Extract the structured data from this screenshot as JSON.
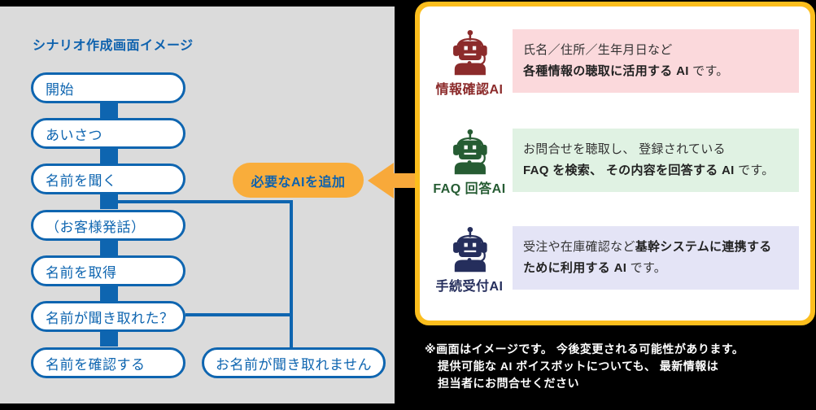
{
  "left_panel": {
    "title": "シナリオ作成画面イメージ",
    "nodes": [
      "開始",
      "あいさつ",
      "名前を聞く",
      "（お客様発話）",
      "名前を取得",
      "名前が聞き取れた？",
      "名前を確認する"
    ],
    "branch_node": "お名前が聞き取れません",
    "callout_label": "必要なAIを追加",
    "colors": {
      "panel_bg": "#DBDBDB",
      "flow_blue": "#0E65B0",
      "callout_bg": "#F9AD3B"
    }
  },
  "right_panel": {
    "border_color": "#FCBE1D",
    "arrow_color": "#F8A93A",
    "items": [
      {
        "name": "情報確認AI",
        "icon": "robot-headset-icon",
        "accent": "#8C2B2B",
        "desc_bg": "#FBD9DC",
        "line1_pre": "氏名／住所／生年月日など",
        "line1_bold": "",
        "line2_bold": "各種情報の聴取に活用する AI",
        "line2_post": " です。"
      },
      {
        "name": "FAQ 回答AI",
        "icon": "robot-headset-icon",
        "accent": "#265C33",
        "desc_bg": "#E0F2E3",
        "line1_pre": "お問合せを聴取し、 登録されている",
        "line1_bold": "",
        "line2_bold": "FAQ を検索、 その内容を回答する AI",
        "line2_post": " です。"
      },
      {
        "name": "手続受付AI",
        "icon": "robot-headset-icon",
        "accent": "#252E5C",
        "desc_bg": "#E4E4F6",
        "line1_pre": "受注や在庫確認など",
        "line1_bold": "基幹システムに連携する",
        "line2_bold": "ために利用する AI",
        "line2_post": " です。"
      }
    ]
  },
  "footnote": {
    "line1": "※画面はイメージです。 今後変更される可能性があります。",
    "line2": "提供可能な AI ボイスボットについても、 最新情報は",
    "line3": "担当者にお問合せください"
  }
}
